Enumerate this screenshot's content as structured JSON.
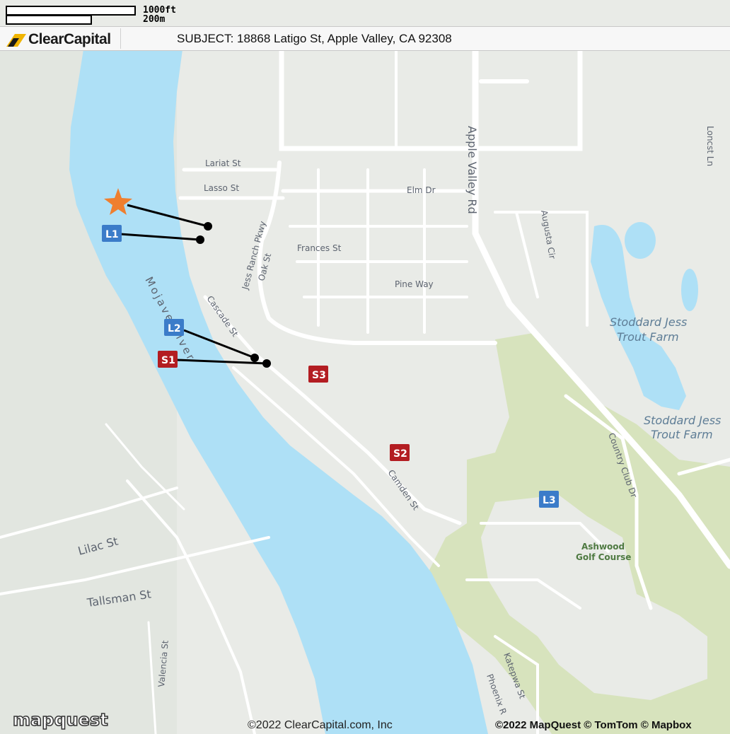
{
  "scale": {
    "ft_label": "1000ft",
    "m_label": "200m"
  },
  "header": {
    "logo_text": "ClearCapital",
    "subject": "SUBJECT: 18868 Latigo St, Apple Valley, CA 92308"
  },
  "streets": {
    "lariat": "Lariat St",
    "lasso": "Lasso St",
    "elm": "Elm Dr",
    "apple_valley": "Apple Valley Rd",
    "frances": "Frances St",
    "jess_ranch": "Jess Ranch Pkwy",
    "oak": "Oak St",
    "pine": "Pine Way",
    "augusta": "Augusta Cir",
    "cascade": "Cascade St",
    "camden": "Camden St",
    "country_club": "Country Club Dr",
    "lilac": "Lilac St",
    "tallsman": "Tallsman St",
    "katepwa": "Katepwa St",
    "phoenix": "Phoenix R",
    "valencia": "Valencia St",
    "loncst": "Loncst Ln",
    "river": "Mojave River"
  },
  "pois": {
    "trout1_line1": "Stoddard Jess",
    "trout1_line2": "Trout Farm",
    "trout2_line1": "Stoddard Jess",
    "trout2_line2": "Trout Farm",
    "golf_line1": "Ashwood",
    "golf_line2": "Golf Course"
  },
  "markers": {
    "subject_icon": "star-icon",
    "L1": "L1",
    "L2": "L2",
    "L3": "L3",
    "S1": "S1",
    "S2": "S2",
    "S3": "S3"
  },
  "colors": {
    "water": "#aee0f6",
    "land": "#e9ebe7",
    "road": "#ffffff",
    "golf": "#d7e3bd",
    "subject": "#ef7f2f",
    "listing": "#3b7cc9",
    "sale": "#b31d22"
  },
  "footer": {
    "mapquest": "mapquest",
    "clearcapital_credit": "©2022 ClearCapital.com, Inc",
    "map_credit": "©2022 MapQuest © TomTom © Mapbox"
  }
}
